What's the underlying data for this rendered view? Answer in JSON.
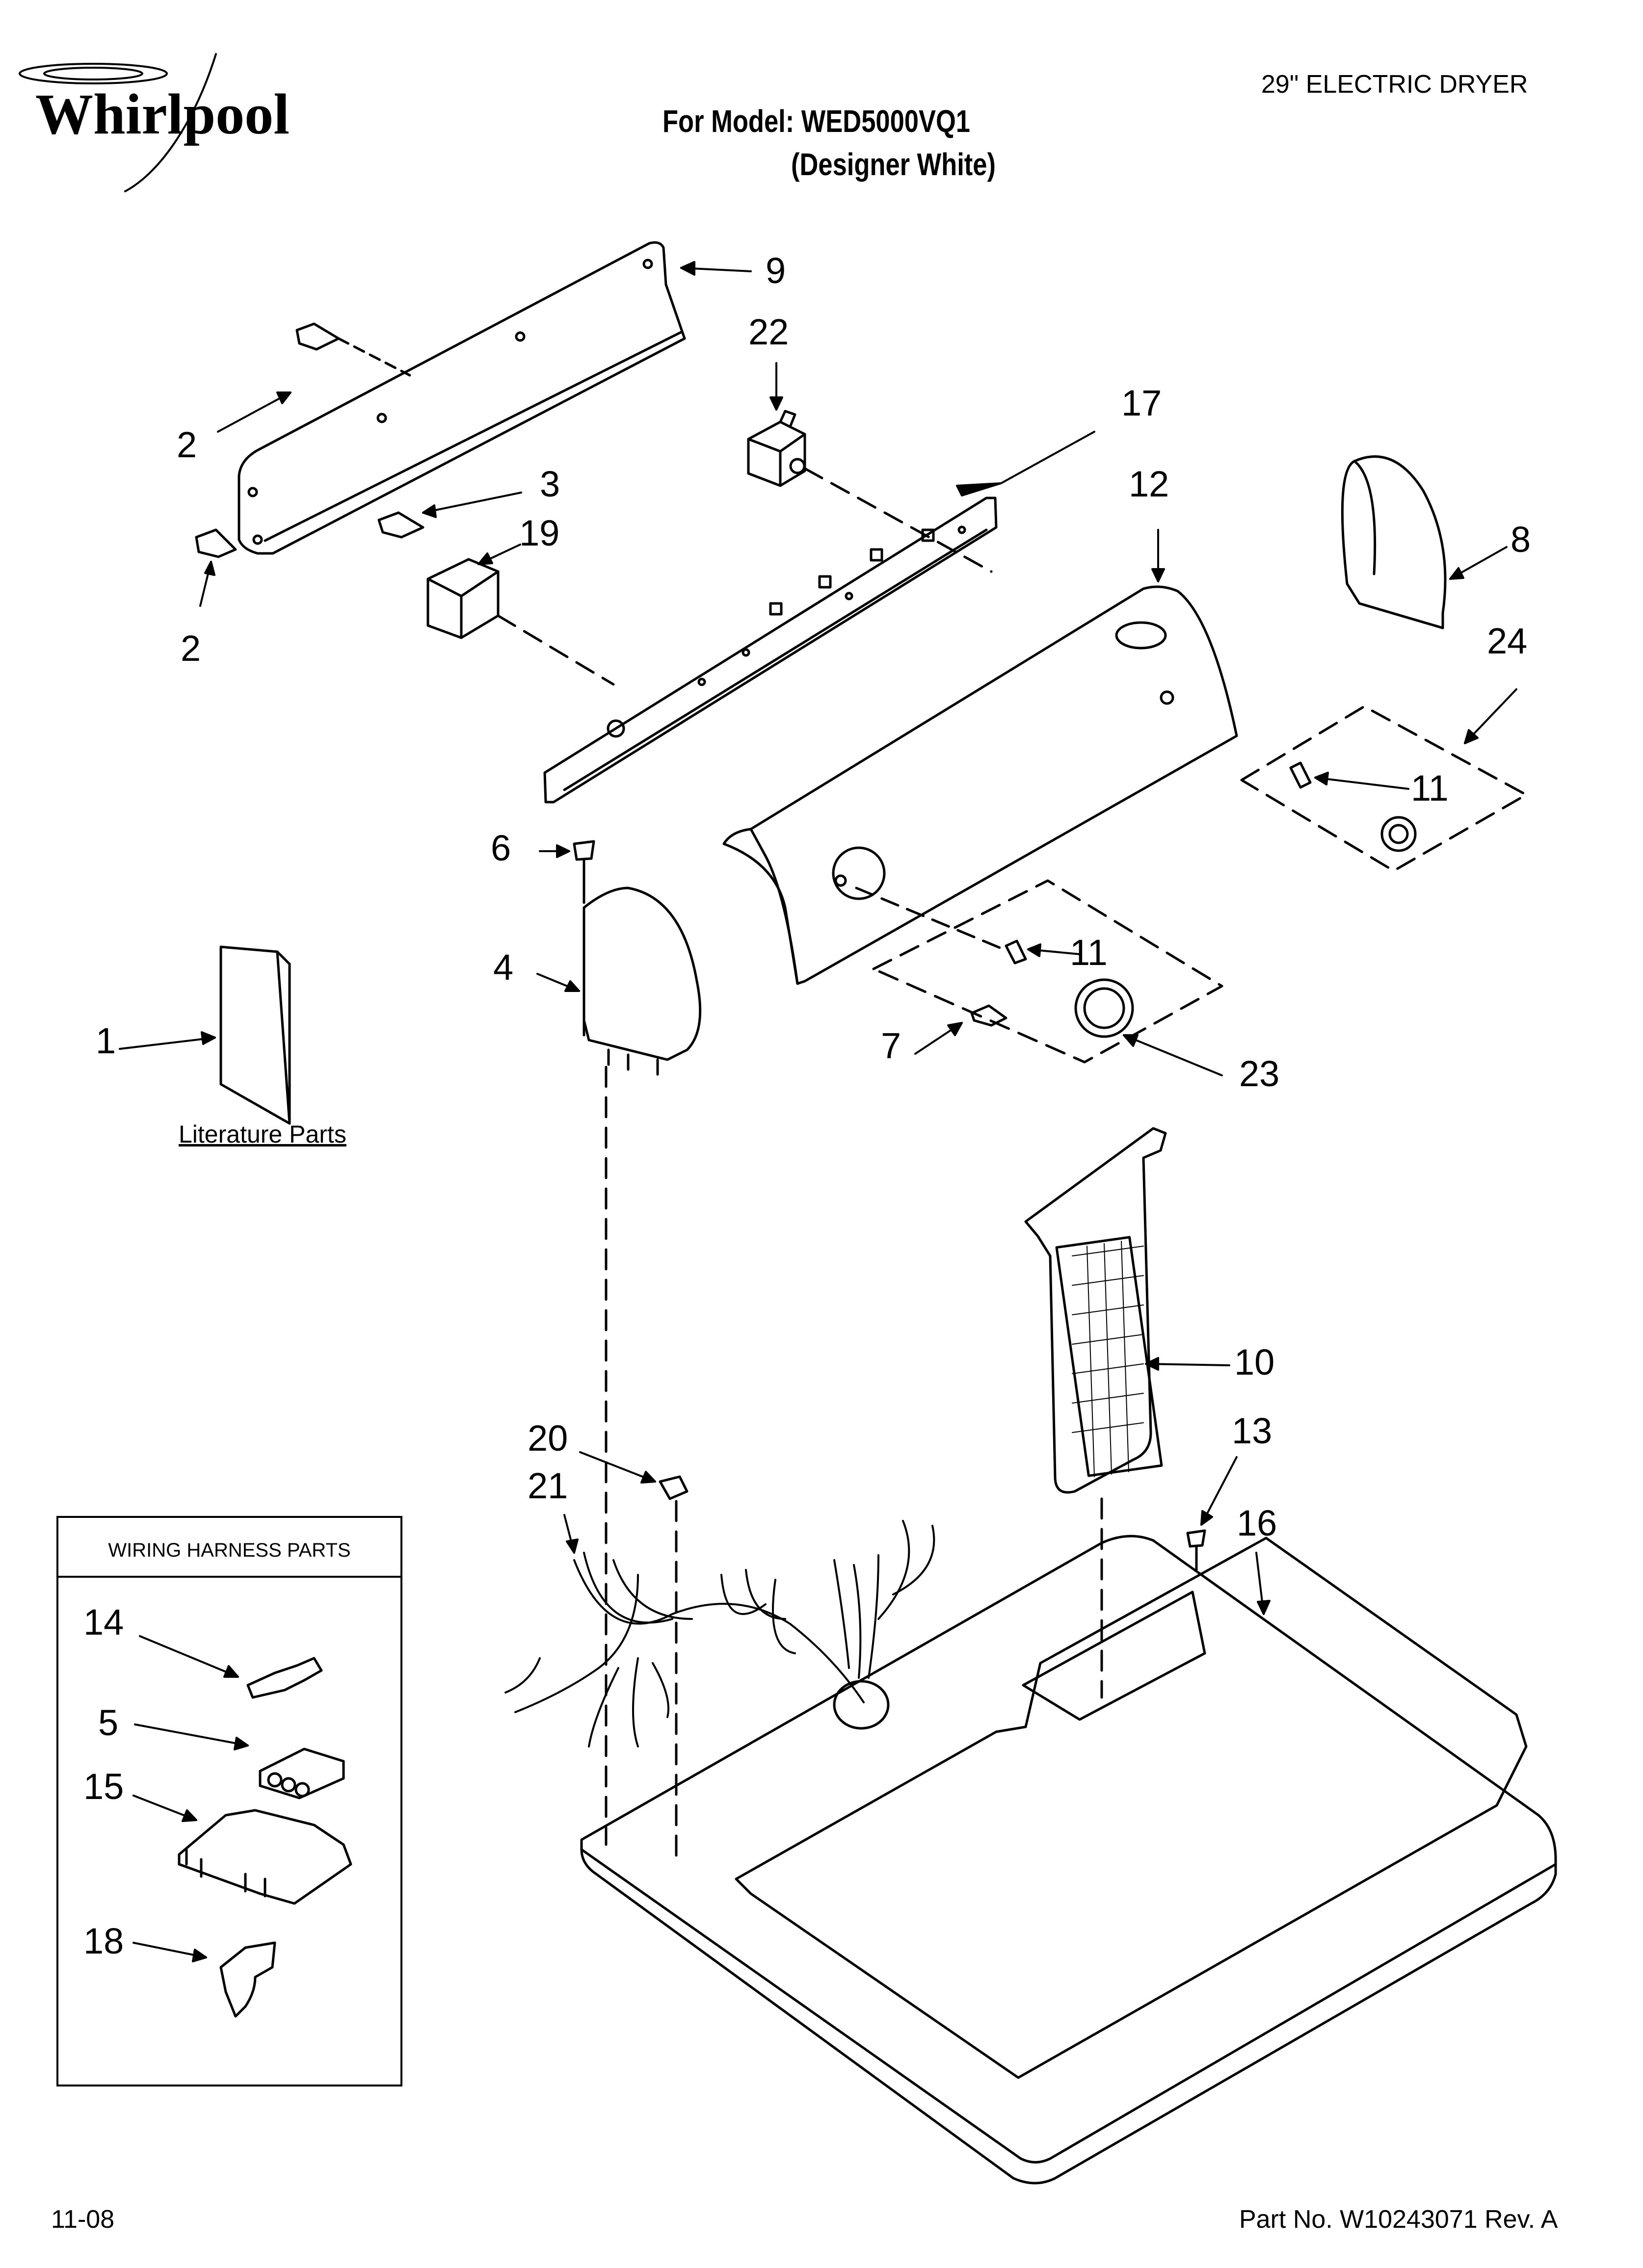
{
  "brand": {
    "name": "Whirlpool"
  },
  "header": {
    "product_type": "29\" ELECTRIC DRYER",
    "model_line": "For Model: WED5000VQ1",
    "color_line": "(Designer White)"
  },
  "literature_label": "Literature Parts",
  "harness_box": {
    "title": "WIRING HARNESS PARTS"
  },
  "callouts": [
    "1",
    "2",
    "2",
    "3",
    "4",
    "5",
    "6",
    "7",
    "8",
    "9",
    "10",
    "11",
    "11",
    "12",
    "13",
    "14",
    "15",
    "16",
    "17",
    "18",
    "19",
    "20",
    "21",
    "22",
    "23",
    "24"
  ],
  "footer": {
    "date_code": "11-08",
    "part_number": "Part No. W10243071 Rev. A"
  }
}
